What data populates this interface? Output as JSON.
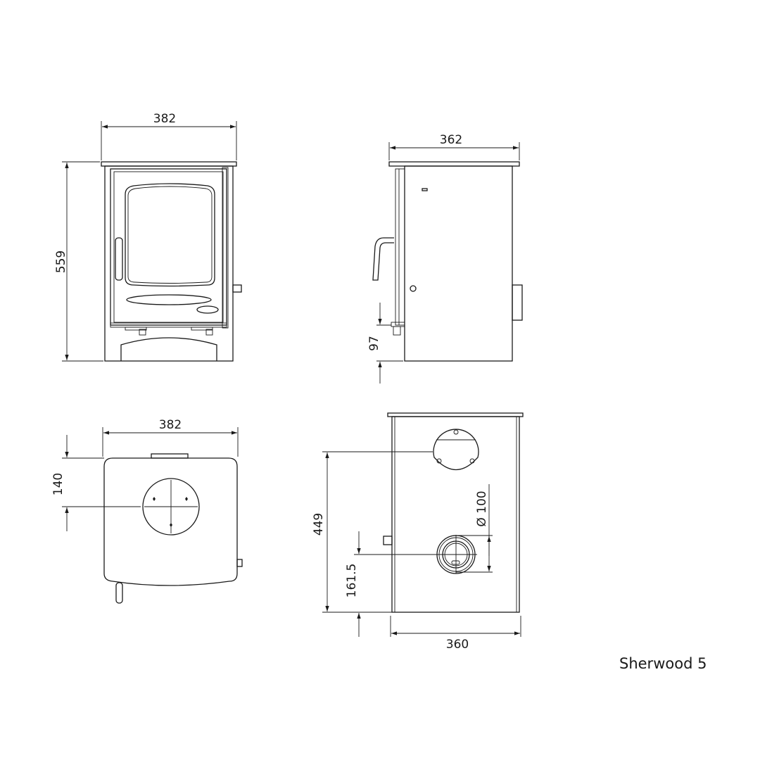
{
  "title": "Sherwood 5",
  "views": {
    "front": {
      "width": "382",
      "height": "559"
    },
    "side": {
      "depth": "362",
      "leg_height": "97"
    },
    "top": {
      "width": "382",
      "flue_offset": "140"
    },
    "rear": {
      "width": "360",
      "flue_height": "449",
      "air_inlet_height": "161.5",
      "air_inlet_diameter": "Ø 100"
    }
  },
  "colors": {
    "line": "#1a1a1a",
    "background": "#ffffff"
  }
}
